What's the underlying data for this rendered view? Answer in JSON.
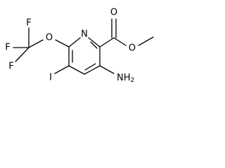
{
  "molecule": {
    "atoms": {
      "fluorine_top": "F",
      "fluorine_left": "F",
      "fluorine_bottom": "F",
      "oxygen_ether": "O",
      "nitrogen_ring": "N",
      "oxygen_carbonyl": "O",
      "oxygen_ester": "O",
      "iodine": "I",
      "amine": "NH",
      "amine_subscript": "2"
    }
  }
}
